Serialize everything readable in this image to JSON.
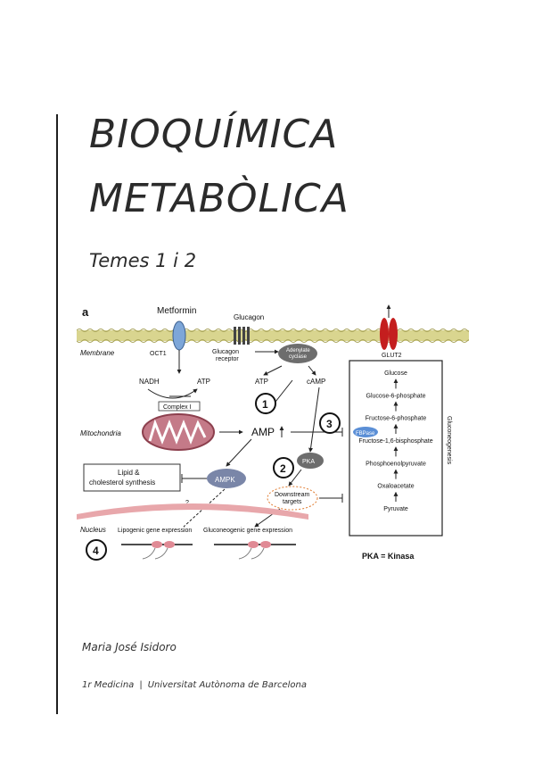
{
  "title_line1": "BIOQUÍMICA",
  "title_line2": "METABÒLICA",
  "subtitle": "Temes 1 i 2",
  "figure": {
    "panel_label": "a",
    "metformin": "Metformin",
    "glucagon": "Glucagon",
    "membrane": "Membrane",
    "oct1": "OCT1",
    "glucagon_receptor_1": "Glucagon",
    "glucagon_receptor_2": "receptor",
    "adenylate_1": "Adenylate",
    "adenylate_2": "cyclase",
    "glut2": "GLUT2",
    "nadh": "NADH",
    "atp_left": "ATP",
    "complex": "Complex I",
    "mitochondria": "Mitochondria",
    "atp_mid": "ATP",
    "camp": "cAMP",
    "amp": "AMP",
    "pka": "PKA",
    "ampk": "AMPK",
    "lipid_1": "Lipid &",
    "lipid_2": "cholesterol synthesis",
    "downstream_1": "Downstream",
    "downstream_2": "targets",
    "question": "?",
    "nucleus": "Nucleus",
    "lipogenic": "Lipogenic gene expression",
    "gluconeogenic": "Gluconeogenic gene expression",
    "fbpase": "FBPase",
    "pathway": [
      "Glucose",
      "Glucose-6-phosphate",
      "Fructose-6-phosphate",
      "Fructose-1,6-bisphosphate",
      "Phosphoenolpyruvate",
      "Oxaloacetate",
      "Pyruvate"
    ],
    "gluconeogenesis": "Gluconeogenesis",
    "num1": "1",
    "num2": "2",
    "num3": "3",
    "num4": "4",
    "pka_note": "PKA = Kinasa"
  },
  "author": "Maria José Isidoro",
  "footer": {
    "course": "1r Medicina",
    "separator": "|",
    "university": "Universitat Autònoma de Barcelona"
  }
}
